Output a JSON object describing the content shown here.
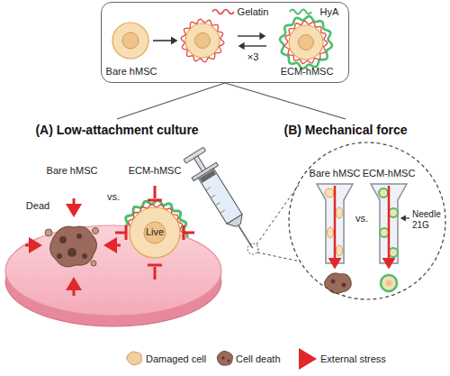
{
  "diagram": {
    "nodes": [
      {
        "text": [
          "Bare hMSC",
          "Gelatin",
          "HyA",
          "×3",
          "ECM-hMSC"
        ]
      },
      {
        "text": [
          "(A) Low-attachment culture",
          "Bare hMSC",
          "vs.",
          "ECM-hMSC",
          "Dead",
          "Live"
        ]
      },
      {
        "text": [
          "(B) Mechanical force"
        ]
      },
      {
        "text": [
          "Bare hMSC",
          "ECM-hMSC",
          "vs.",
          "Needle 21G"
        ],
        "in": 2
      }
    ],
    "edges": [
      {
        "from": 0,
        "to": 1,
        "arrow": "none"
      },
      {
        "from": 0,
        "to": 2,
        "arrow": "none"
      }
    ],
    "legend": [
      {
        "text": "Damaged cell"
      },
      {
        "text": "Cell death"
      },
      {
        "text": "External stress"
      }
    ]
  }
}
